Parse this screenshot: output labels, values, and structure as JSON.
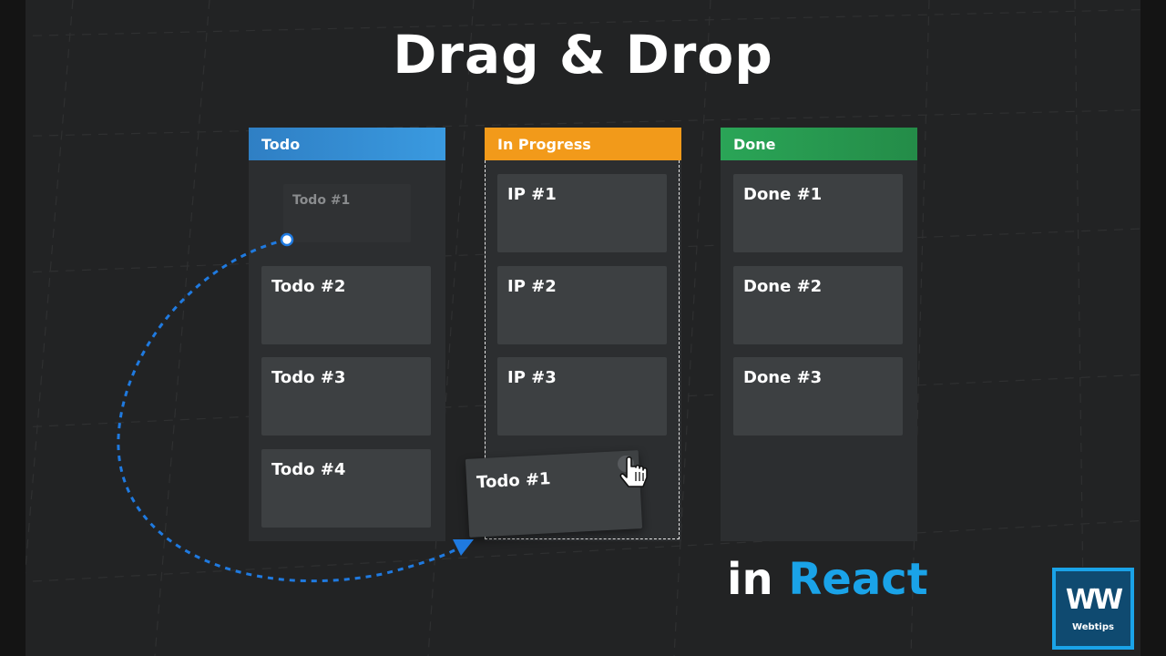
{
  "title": "Drag & Drop",
  "subtitle": {
    "prefix": "in",
    "accent": "React"
  },
  "columns": {
    "todo": {
      "label": "Todo",
      "ghost": "Todo #1",
      "cards": [
        "Todo #2",
        "Todo #3",
        "Todo #4"
      ]
    },
    "in_progress": {
      "label": "In Progress",
      "cards": [
        "IP #1",
        "IP #2",
        "IP #3"
      ]
    },
    "done": {
      "label": "Done",
      "cards": [
        "Done #1",
        "Done #2",
        "Done #3"
      ]
    }
  },
  "dragged_card": "Todo #1",
  "logo": {
    "mark": "WW",
    "text": "Webtips"
  },
  "colors": {
    "background": "#222324",
    "todo_header": "#3a9ae0",
    "in_progress_header": "#f29a1a",
    "done_header": "#2aa557",
    "accent": "#1aa3e8",
    "card": "#3d4042"
  },
  "icons": [
    "hand-pointer-icon",
    "drag-path-arrow-icon"
  ]
}
